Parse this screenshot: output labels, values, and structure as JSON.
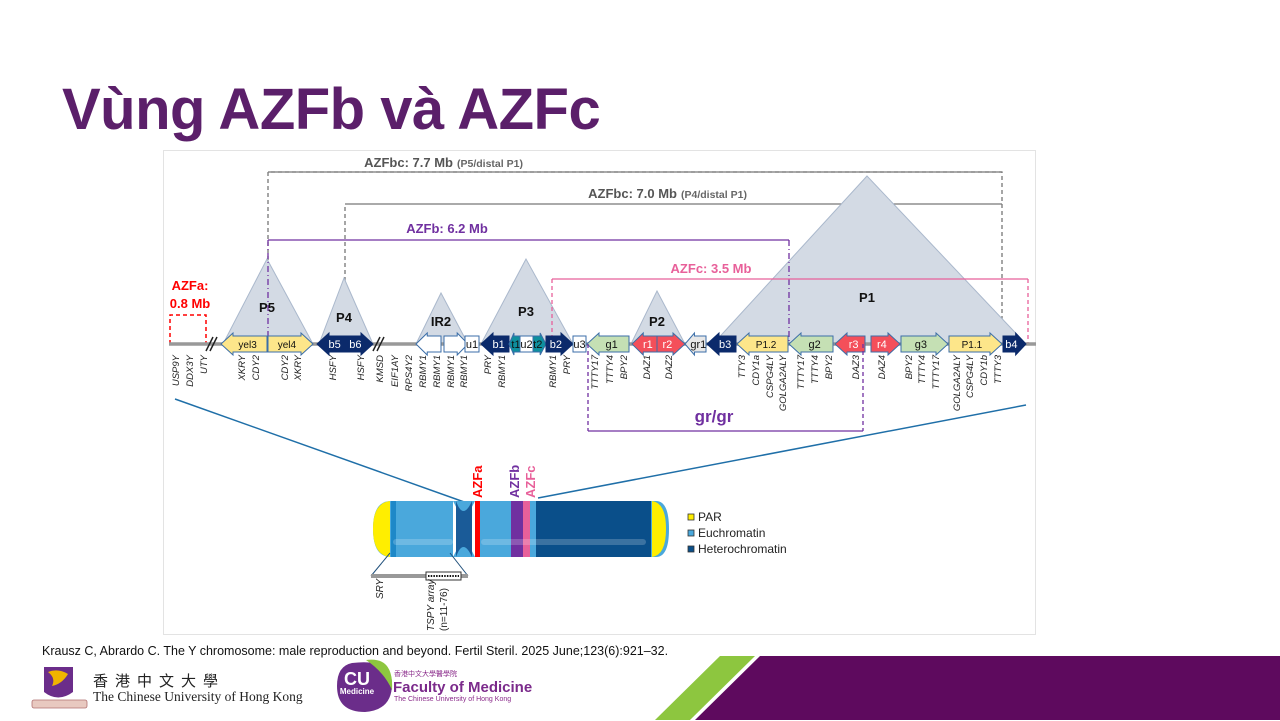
{
  "slide": {
    "title": "Vùng AZFb và AZFc",
    "citation": "Krausz C, Abrardo C. The Y chromosome: male reproduction  and beyond. Fertil Steril. 2025 June;123(6):921–32."
  },
  "diagram": {
    "intervals": {
      "azfbc77_main": "AZFbc: 7.7 Mb",
      "azfbc77_sub": "(P5/distal P1)",
      "azfbc70_main": "AZFbc: 7.0 Mb",
      "azfbc70_sub": "(P4/distal P1)",
      "azfb": "AZFb: 6.2 Mb",
      "azfc": "AZFc: 3.5 Mb",
      "azfa_1": "AZFa:",
      "azfa_2": "0.8 Mb",
      "grgr": "gr/gr"
    },
    "palindromes": [
      "P5",
      "P4",
      "IR2",
      "P3",
      "P2",
      "P1"
    ],
    "amplicons": [
      "yel3",
      "yel4",
      "b5",
      "b6",
      "",
      "",
      "u1",
      "b1",
      "t1",
      "u2",
      "t2",
      "b2",
      "u3",
      "g1",
      "r1",
      "r2",
      "gr1",
      "b3",
      "P1.2",
      "g2",
      "r3",
      "r4",
      "g3",
      "P1.1",
      "b4"
    ],
    "genes": [
      "USP9Y",
      "DDX3Y",
      "UTY",
      "XKRY",
      "CDY2",
      "CDY2",
      "XKRY",
      "HSFY",
      "HSFY",
      "KMSD",
      "EIF1AY",
      "RPS4Y2",
      "RBMY1",
      "RBMY1",
      "RBMY1",
      "RBMY1",
      "PRY",
      "RBMY1",
      "RBMY1",
      "PRY",
      "TTTY17",
      "TTTY4",
      "BPY2",
      "DAZ1",
      "DAZ2",
      "TTY3",
      "CDY1a",
      "CSPG4LY",
      "GOLGA2ALY",
      "TTTY17",
      "TTTY4",
      "BPY2",
      "DAZ3",
      "DAZ4",
      "BPY2",
      "TTTY4",
      "TTTY17",
      "GOLGA2ALY",
      "CSPG4LY",
      "CDY1b",
      "TTTY3"
    ],
    "chromosome": {
      "bands": [
        "AZFa",
        "AZFb",
        "AZFc"
      ],
      "legend": [
        "PAR",
        "Euchromatin",
        "Heterochromatin"
      ],
      "sry": "SRY",
      "tspy_1": "TSPY array",
      "tspy_2": "(n=11-76)"
    },
    "colors": {
      "azfa": "#ff0000",
      "azfb": "#7030a0",
      "azfc": "#e8609a",
      "yellow": "#fde68a",
      "green": "#c5e0b4",
      "red": "#f44f5a",
      "navy": "#0b2a6b",
      "teal": "#0e8f9e",
      "par": "#ffee00",
      "euchromatin": "#4aa8dc",
      "heterochromatin": "#0a4f8a"
    }
  },
  "footer": {
    "cuhk_cn": "香港中文大學",
    "cuhk_en": "The Chinese University of Hong Kong",
    "cu_logo": "CU Medicine",
    "fom_cn": "香港中文大學醫學院",
    "fom_en": "Faculty of Medicine",
    "fom_sub": "The Chinese University of Hong Kong"
  }
}
